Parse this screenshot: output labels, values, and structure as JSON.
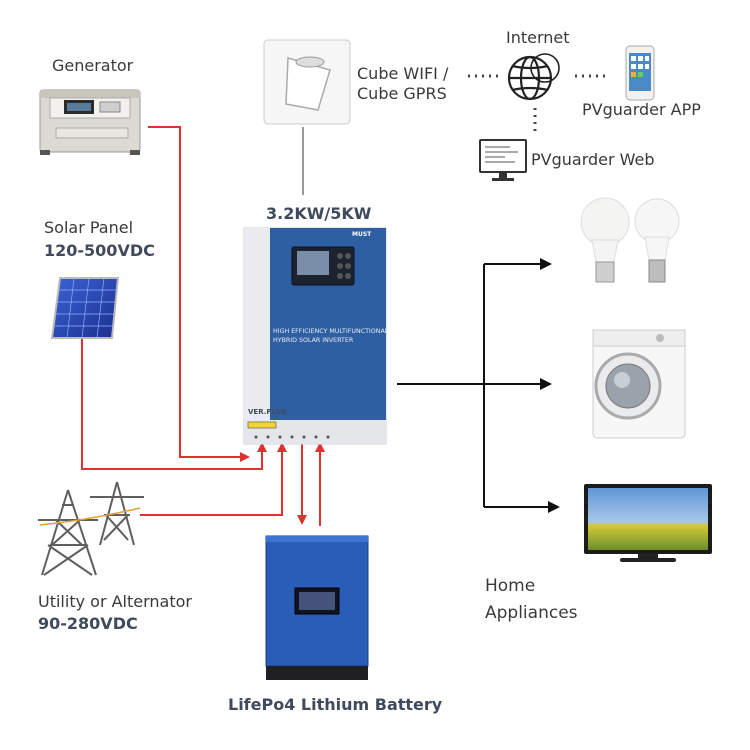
{
  "labels": {
    "generator": "Generator",
    "solar_panel": "Solar Panel",
    "solar_range": "120-500VDC",
    "utility": "Utility or Alternator",
    "utility_range": "90-280VDC",
    "cube_line1": "Cube WIFI /",
    "cube_line2": "Cube GPRS",
    "internet": "Internet",
    "app": "PVguarder APP",
    "web": "PVguarder Web",
    "inverter_power": "3.2KW/5KW",
    "battery": "LifePo4 Lithium Battery",
    "home_line1": "Home",
    "home_line2": "Appliances"
  },
  "inverter": {
    "panel_text_line1": "HIGH EFFICIENCY MULTIFUNCTIONAL",
    "panel_text_line2": "HYBRID SOLAR INVERTER",
    "model": "VER.PLUS",
    "brand": "MUST"
  },
  "colors": {
    "ac_line": "#e03030",
    "output_line": "#111111",
    "inverter_blue": "#2f5fa3",
    "battery_blue": "#2a5db8"
  }
}
